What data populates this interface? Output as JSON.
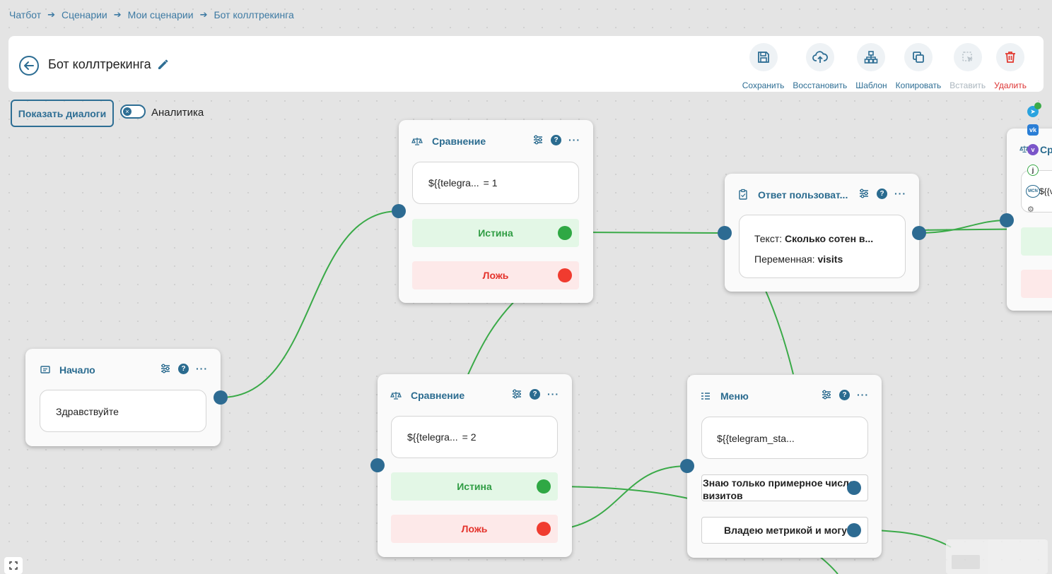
{
  "breadcrumbs": [
    "Чатбот",
    "Сценарии",
    "Мои сценарии",
    "Бот коллтрекинга"
  ],
  "header": {
    "title": "Бот коллтрекинга",
    "toolbar": {
      "save": "Сохранить",
      "restore": "Восстановить",
      "template": "Шаблон",
      "copy": "Копировать",
      "paste": "Вставить",
      "delete": "Удалить"
    }
  },
  "controls": {
    "show_dialogs": "Показать диалоги",
    "analytics_label": "Аналитика",
    "analytics_enabled": false
  },
  "nodes": {
    "start": {
      "title": "Начало",
      "text": "Здравствуйте"
    },
    "compare1": {
      "title": "Сравнение",
      "expr": "${{telegra...",
      "op": "= 1",
      "true_label": "Истина",
      "false_label": "Ложь"
    },
    "compare2": {
      "title": "Сравнение",
      "expr": "${{telegra...",
      "op": "= 2",
      "true_label": "Истина",
      "false_label": "Ложь"
    },
    "answer": {
      "title": "Ответ пользоват...",
      "text_label": "Текст:",
      "text_value": "Сколько сотен в...",
      "var_label": "Переменная:",
      "var_value": "visits"
    },
    "menu": {
      "title": "Меню",
      "text": "${{telegram_sta...",
      "item1": "Знаю только примерное число визитов",
      "item2": "Владею метрикой и могу"
    },
    "partial": {
      "title": "Ср",
      "expr": "${{v",
      "badge": "MCN"
    }
  },
  "colors": {
    "accent": "#2e6e94",
    "wire": "#3aaa48",
    "true_bg": "#e3f7e6",
    "false_bg": "#fde9e9",
    "delete": "#d33333"
  },
  "icons": [
    "arrow-left-icon",
    "pencil-icon",
    "save-icon",
    "cloud-upload-icon",
    "sitemap-icon",
    "copy-icon",
    "paste-icon",
    "trash-icon",
    "settings-sliders-icon",
    "help-icon",
    "more-dots-icon",
    "telegram-icon",
    "vk-icon",
    "viber-icon",
    "expand-icon"
  ]
}
